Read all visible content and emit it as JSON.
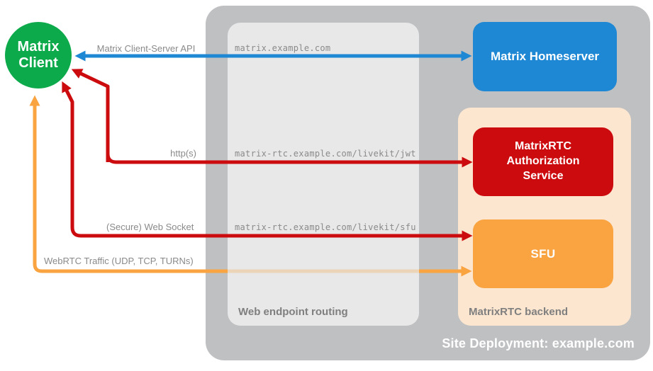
{
  "theme": {
    "background": "#ffffff",
    "container_gray": "#bfc0c2",
    "routing_gray": "#e8e8e8",
    "backend_peach": "#fce6cf",
    "client_green": "#0caa4b",
    "homeserver_blue": "#1e88d5",
    "service_red": "#cc0b0e",
    "sfu_orange": "#f9a341",
    "label_gray": "#8a8a8a",
    "section_label_gray": "#7f7f7f",
    "url_gray": "#8a8a8a",
    "white_text": "#ffffff"
  },
  "containers": {
    "deployment": {
      "label": "Site Deployment: example.com"
    },
    "routing": {
      "label": "Web endpoint routing"
    },
    "backend": {
      "label": "MatrixRTC backend"
    }
  },
  "nodes": {
    "client": {
      "line1": "Matrix",
      "line2": "Client"
    },
    "homeserver": {
      "label": "Matrix Homeserver"
    },
    "auth_service": {
      "label": "MatrixRTC Authorization Service"
    },
    "sfu": {
      "label": "SFU"
    }
  },
  "endpoints": {
    "homeserver_url": "matrix.example.com",
    "jwt_url": "matrix-rtc.example.com/livekit/jwt",
    "sfu_url": "matrix-rtc.example.com/livekit/sfu"
  },
  "arrows": {
    "cs_api": {
      "label": "Matrix Client-Server API"
    },
    "http": {
      "label": "http(s)"
    },
    "websocket": {
      "label": "(Secure) Web Socket"
    },
    "webrtc": {
      "label": "WebRTC Traffic (UDP, TCP, TURNs)"
    }
  }
}
